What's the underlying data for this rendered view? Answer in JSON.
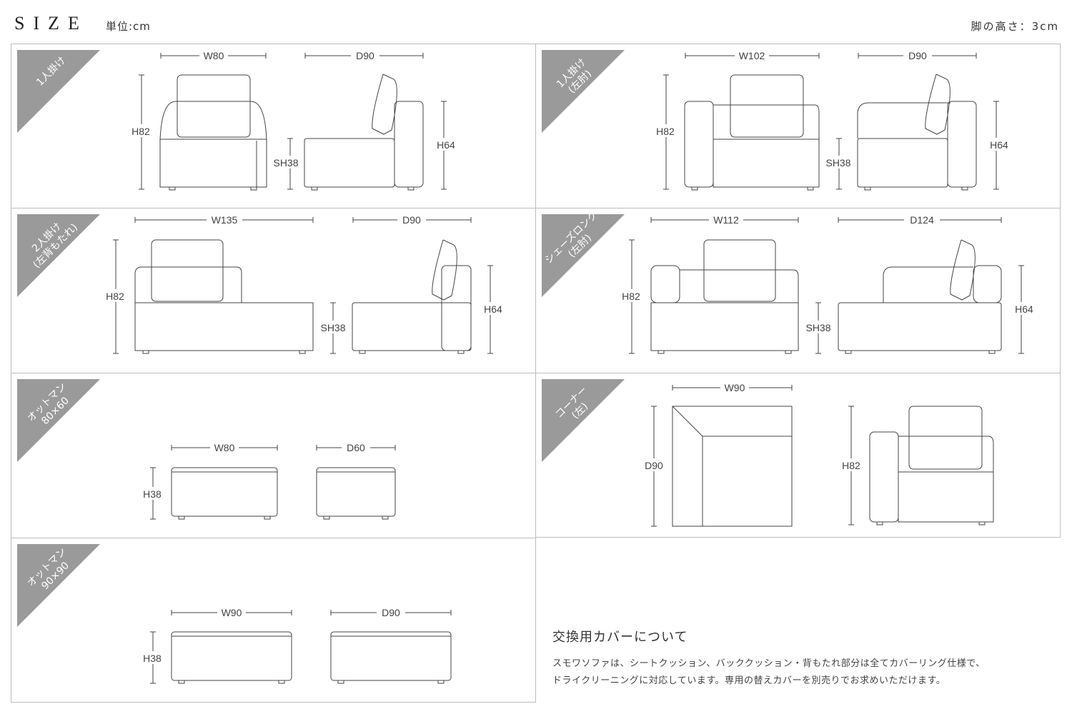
{
  "header": {
    "title": "SIZE",
    "unit": "単位:cm",
    "leg_height": "脚の高さ：3cm"
  },
  "panels": [
    {
      "tag": [
        "1人掛け"
      ],
      "w": "W80",
      "d": "D90",
      "h": "H82",
      "sh": "SH38",
      "h2": "H64"
    },
    {
      "tag": [
        "1人掛け",
        "(左肘)"
      ],
      "w": "W102",
      "d": "D90",
      "h": "H82",
      "sh": "SH38",
      "h2": "H64"
    },
    {
      "tag": [
        "2人掛け",
        "(左背もたれ)"
      ],
      "w": "W135",
      "d": "D90",
      "h": "H82",
      "sh": "SH38",
      "h2": "H64"
    },
    {
      "tag": [
        "シェーズロング",
        "(左肘)"
      ],
      "w": "W112",
      "d": "D124",
      "h": "H82",
      "sh": "SH38",
      "h2": "H64"
    },
    {
      "tag": [
        "オットマン",
        "80×60"
      ],
      "w": "W80",
      "d": "D60",
      "h": "H38"
    },
    {
      "tag": [
        "コーナー",
        "(左)"
      ],
      "w": "W90",
      "d": "D90",
      "h": "H82"
    },
    {
      "tag": [
        "オットマン",
        "90×90"
      ],
      "w": "W90",
      "d": "D90",
      "h": "H38"
    }
  ],
  "cover": {
    "title": "交換用カバーについて",
    "line1": "スモワソファは、シートクッション、バッククッション・背もたれ部分は全てカバーリング仕様で、",
    "line2": "ドライクリーニングに対応しています。専用の替えカバーを別売りでお求めいただけます。"
  },
  "colors": {
    "tag_fill": "#9a9a9a",
    "line": "#444444",
    "border": "#bdbdbd"
  }
}
